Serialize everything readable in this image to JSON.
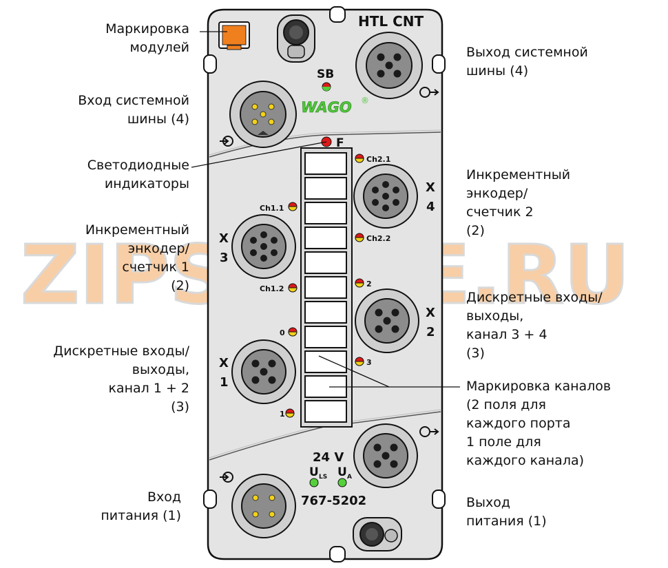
{
  "device": {
    "title": "HTL CNT",
    "model": "767-5202",
    "voltage": "24 V",
    "brand": "WAGO",
    "brand_reg": "®",
    "led_sb": "SB",
    "led_f": "F",
    "led_uls": "U",
    "led_uls_sub": "LS",
    "led_ua": "U",
    "led_ua_sub": "A",
    "ports": [
      {
        "x": "X",
        "n": "3"
      },
      {
        "x": "X",
        "n": "4"
      },
      {
        "x": "X",
        "n": "2"
      },
      {
        "x": "X",
        "n": "1"
      }
    ],
    "channel_leds": [
      "Ch1.1",
      "Ch1.2",
      "Ch2.1",
      "Ch2.2",
      "0",
      "1",
      "2",
      "3"
    ],
    "colors": {
      "housing": "#e4e4e4",
      "outline": "#111111",
      "marker": "#f07f1e",
      "led_red": "#dd1a1a",
      "led_yellow": "#f2d21a",
      "led_green": "#54d13a",
      "brand_green": "#4fc63a",
      "watermark": "#f3a55c"
    }
  },
  "watermark": "ZIPSTORE.RU",
  "labels": {
    "module_marking": [
      "Маркировка",
      "модулей"
    ],
    "bus_out": [
      "Выход системной",
      "шины (4)"
    ],
    "bus_in": [
      "Вход системной",
      "шины (4)"
    ],
    "leds": [
      "Светодиодные",
      "индикаторы"
    ],
    "encoder2": [
      "Инкрементный",
      "энкодер/",
      "счетчик 2",
      "(2)"
    ],
    "encoder1": [
      "Инкрементный",
      "энкодер/",
      "счетчик 1",
      "(2)"
    ],
    "dio34": [
      "Дискретные входы/",
      "выходы,",
      "канал 3 + 4",
      "(3)"
    ],
    "dio12": [
      "Дискретные входы/",
      "выходы,",
      "канал 1 + 2",
      "(3)"
    ],
    "channel_marking": [
      "Маркировка каналов",
      "(2 поля для",
      "каждого порта",
      "1 поле для",
      "каждого канала)"
    ],
    "power_in": [
      "Вход",
      "питания (1)"
    ],
    "power_out": [
      "Выход",
      "питания (1)"
    ]
  }
}
